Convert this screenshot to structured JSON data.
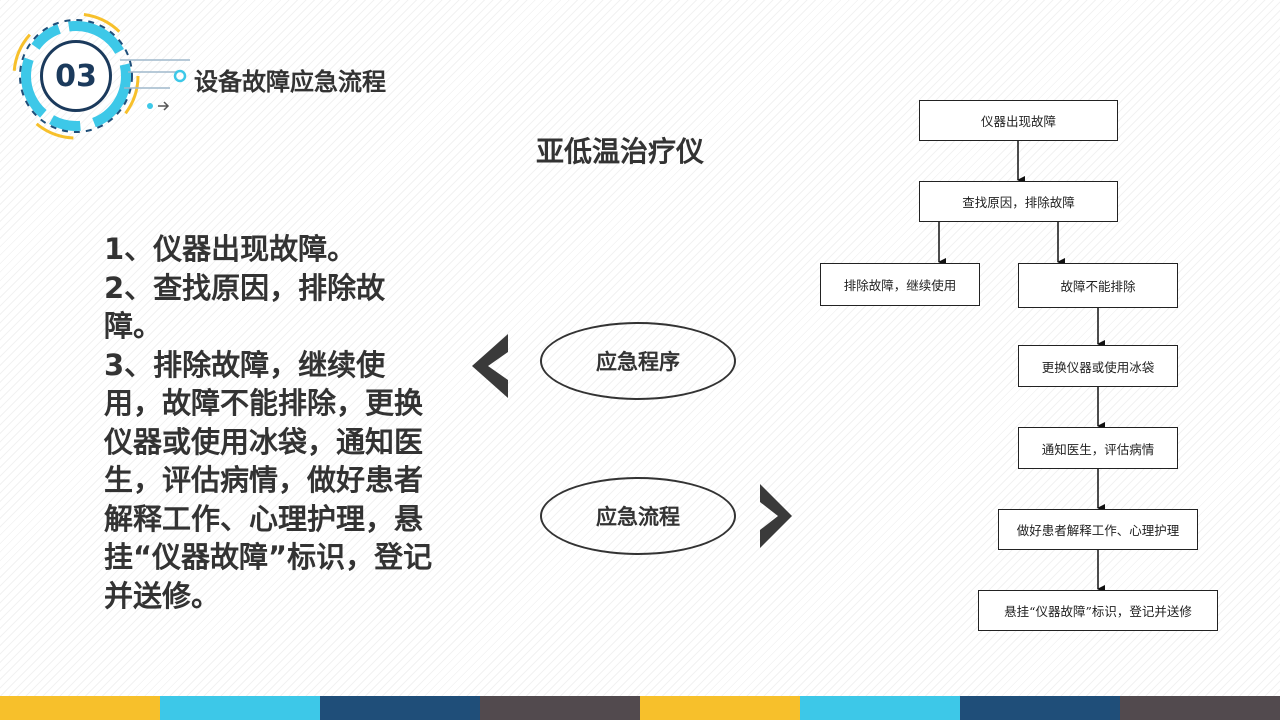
{
  "header": {
    "section_number": "03",
    "section_title": "设备故障应急流程"
  },
  "slide": {
    "title": "亚低温治疗仪"
  },
  "steps": [
    "1、仪器出现故障。",
    "2、查找原因，排除故障。",
    "3、排除故障，继续使用，故障不能排除，更换仪器或使用冰袋，通知医生，评估病情，做好患者解释工作、心理护理，悬挂“仪器故障”标识，登记并送修。"
  ],
  "buttons": {
    "procedure": "应急程序",
    "process": "应急流程"
  },
  "flowchart": {
    "boxes": [
      "仪器出现故障",
      "查找原因，排除故障",
      "排除故障，继续使用",
      "故障不能排除",
      "更换仪器或使用冰袋",
      "通知医生，评估病情",
      "做好患者解释工作、心理护理",
      "悬挂“仪器故障”标识，登记并送修"
    ]
  },
  "colors": {
    "bottom_bar": [
      "#f7c02b",
      "#3dc8e8",
      "#1f4e79",
      "#524a4e",
      "#f7c02b",
      "#3dc8e8",
      "#1f4e79",
      "#524a4e"
    ],
    "badge_border": "#1b3a5c",
    "text": "#333333"
  }
}
